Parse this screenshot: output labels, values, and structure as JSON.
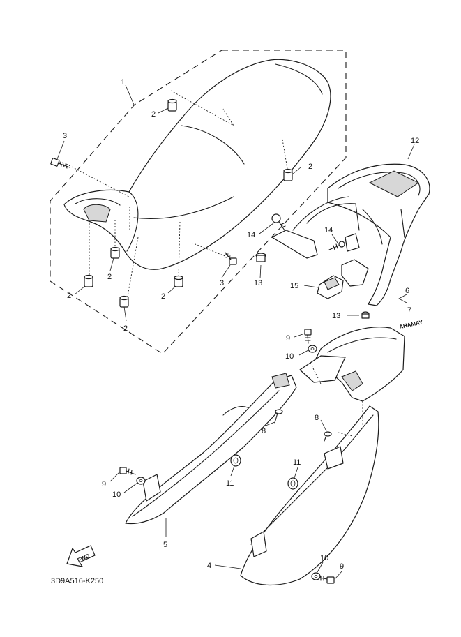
{
  "callouts": {
    "c1": "1",
    "c2a": "2",
    "c2b": "2",
    "c2c": "2",
    "c2d": "2",
    "c2e": "2",
    "c2f": "2",
    "c3a": "3",
    "c3b": "3",
    "c4": "4",
    "c5": "5",
    "c6": "6",
    "c7": "7",
    "c8a": "8",
    "c8b": "8",
    "c9a": "9",
    "c9b": "9",
    "c9c": "9",
    "c10a": "10",
    "c10b": "10",
    "c10c": "10",
    "c11a": "11",
    "c11b": "11",
    "c12": "12",
    "c13a": "13",
    "c13b": "13",
    "c14a": "14",
    "c14b": "14",
    "c15": "15"
  },
  "fwd_label": "FWD",
  "sticker_text": "AHAMAY",
  "diagram_code": "3D9A516-K250"
}
